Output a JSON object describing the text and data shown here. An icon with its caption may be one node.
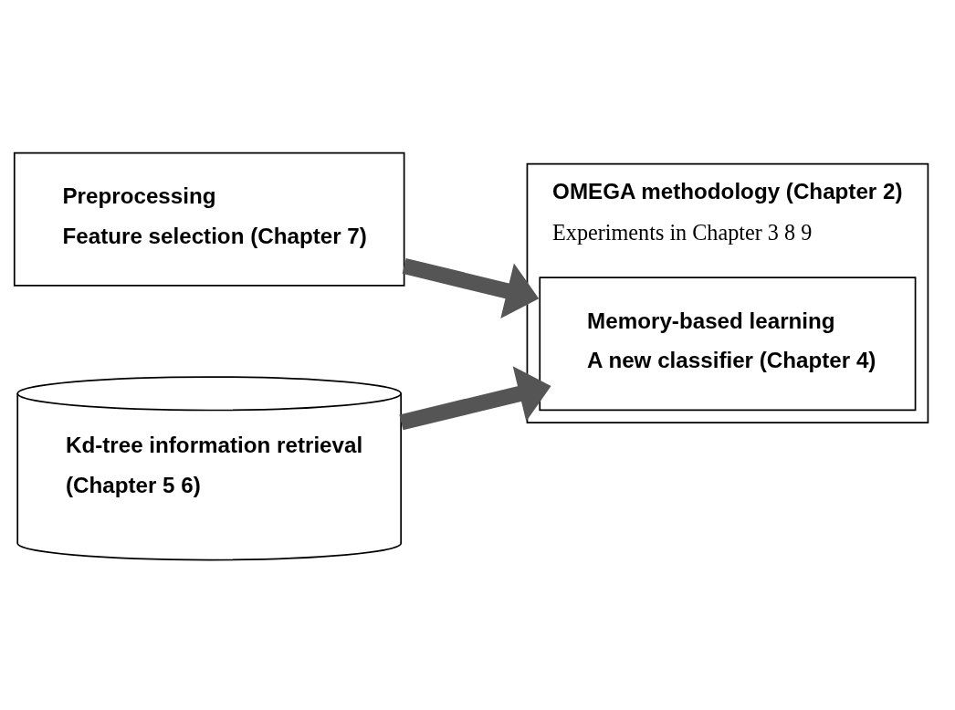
{
  "diagram": {
    "nodes": [
      {
        "text": [
          "Preprocessing",
          "Feature selection (Chapter 7)"
        ]
      },
      {
        "text": [
          "OMEGA methodology (Chapter 2)",
          "Experiments in Chapter 3 8 9"
        ]
      },
      {
        "text": [
          "Memory-based learning",
          "A new classifier (Chapter 4)"
        ],
        "in": 1
      },
      {
        "text": [
          "Kd-tree information retrieval",
          "(Chapter 5 6)"
        ]
      }
    ],
    "edges": [
      {
        "from": 0,
        "to": 1,
        "arrow": "to"
      },
      {
        "from": 3,
        "to": 2,
        "arrow": "to"
      }
    ]
  }
}
